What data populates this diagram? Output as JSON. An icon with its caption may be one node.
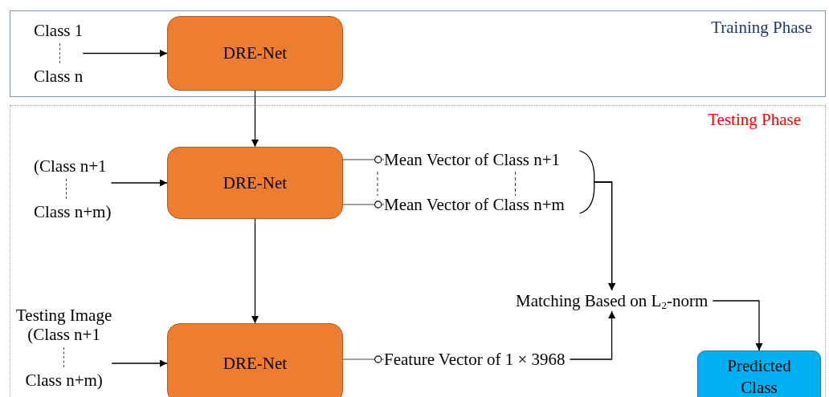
{
  "diagram": {
    "nodes": [
      {
        "text": [
          "Training Phase"
        ]
      },
      {
        "text": [
          "Class 1",
          "Class n"
        ],
        "in": 0
      },
      {
        "text": [
          "DRE-Net"
        ],
        "in": 0
      },
      {
        "text": [
          "Testing Phase"
        ]
      },
      {
        "text": [
          "(Class n+1",
          "Class n+m)"
        ],
        "in": 3
      },
      {
        "text": [
          "DRE-Net"
        ],
        "in": 3
      },
      {
        "text": [
          "Mean Vector of Class n+1"
        ],
        "in": 3
      },
      {
        "text": [
          "Mean Vector of Class n+m"
        ],
        "in": 3
      },
      {
        "text": [
          "Testing Image",
          "(Class n+1",
          "Class n+m)"
        ],
        "in": 3
      },
      {
        "text": [
          "DRE-Net"
        ],
        "in": 3
      },
      {
        "text": [
          "Matching Based on L$_{2}$-norm"
        ],
        "in": 3
      },
      {
        "text": [
          "Feature Vector of 1 × 3968"
        ],
        "in": 3
      },
      {
        "text": [
          "Predicted Class"
        ],
        "in": 3
      }
    ],
    "edges": [
      {
        "from": 1,
        "to": 2,
        "arrow": "to"
      },
      {
        "from": 2,
        "to": 5,
        "arrow": "to"
      },
      {
        "from": 4,
        "to": 5,
        "arrow": "to"
      },
      {
        "from": 5,
        "to": 6,
        "arrow": "other",
        "color": "#808080"
      },
      {
        "from": 5,
        "to": 7,
        "arrow": "other",
        "color": "#808080"
      },
      {
        "from": 6,
        "to": 10,
        "arrow": "to"
      },
      {
        "from": 7,
        "to": 10,
        "arrow": "to"
      },
      {
        "from": 5,
        "to": 9,
        "arrow": "to"
      },
      {
        "from": 8,
        "to": 9,
        "arrow": "to"
      },
      {
        "from": 9,
        "to": 11,
        "arrow": "other",
        "color": "#808080"
      },
      {
        "from": 11,
        "to": 10,
        "arrow": "to"
      },
      {
        "from": 10,
        "to": 12,
        "arrow": "to"
      }
    ]
  }
}
